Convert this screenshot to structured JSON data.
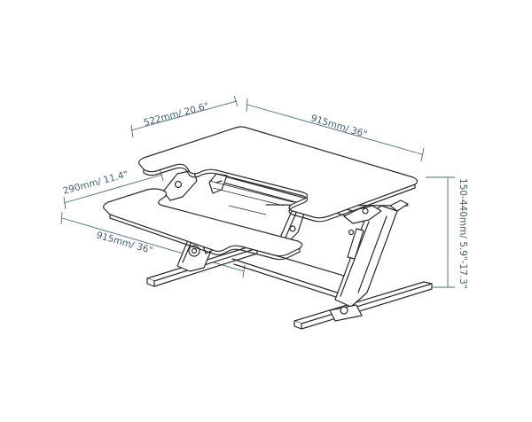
{
  "dimensions": {
    "keyboard_depth": "290mm/ 11.4\"",
    "desk_depth": "522mm/ 20.6\"",
    "desk_width": "915mm/ 36\"",
    "keyboard_width": "915mm/ 36\"",
    "height_range": "150-440mm/ 5.9\"-17.3\""
  },
  "colors": {
    "outline": "#2b2b2b",
    "dimension": "#3f5f6c"
  }
}
